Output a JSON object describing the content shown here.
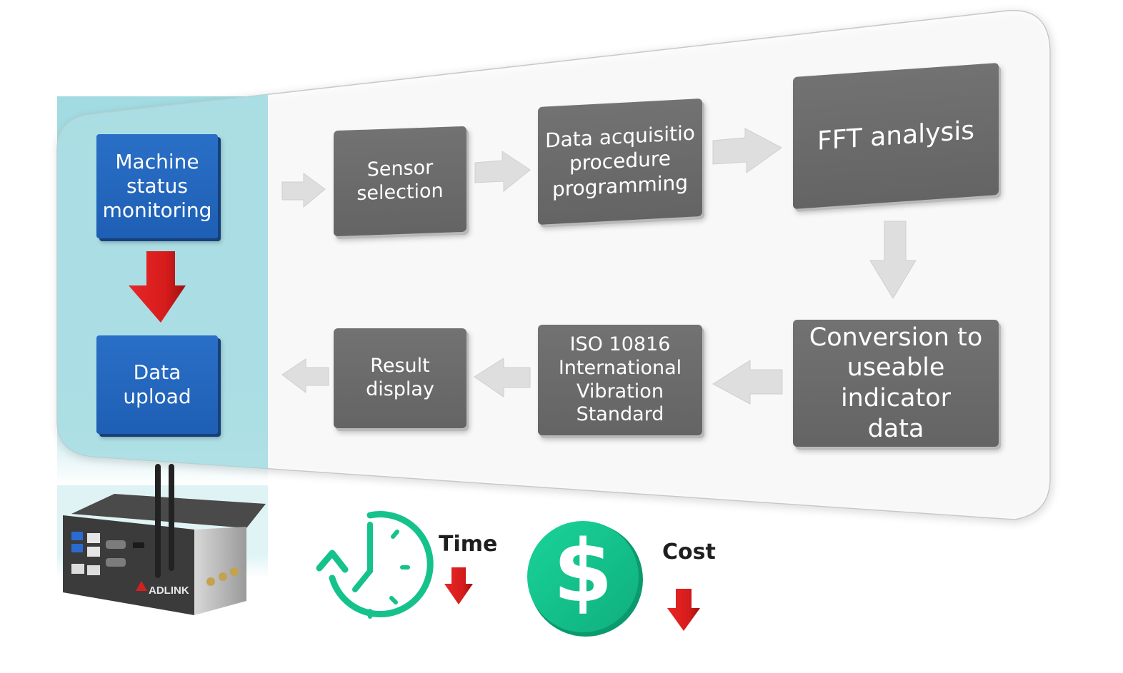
{
  "diagram": {
    "left_steps": [
      {
        "id": "machine-status",
        "label": "Machine\nstatus\nmonitoring"
      },
      {
        "id": "data-upload",
        "label": "Data\nupload"
      }
    ],
    "process_steps": [
      {
        "id": "sensor-selection",
        "label": "Sensor\nselection"
      },
      {
        "id": "data-acquisition",
        "label": "Data acquisitio\nprocedure\nprogramming"
      },
      {
        "id": "fft-analysis",
        "label": "FFT analysis"
      },
      {
        "id": "conversion",
        "label": "Conversion to\nuseable indicator\ndata"
      },
      {
        "id": "iso-standard",
        "label": "ISO 10816\nInternational\nVibration\nStandard"
      },
      {
        "id": "result-display",
        "label": "Result\ndisplay"
      }
    ],
    "device_brand": "ADLINK",
    "benefits": [
      {
        "label": "Time",
        "icon": "clock-icon",
        "trend": "down"
      },
      {
        "label": "Cost",
        "icon": "dollar-coin-icon",
        "trend": "down"
      }
    ]
  },
  "colors": {
    "accent_teal": "#a4dde3",
    "blue_box": "#1f62b8",
    "gray_box": "#6b6b6b",
    "icon_green": "#15c28c",
    "arrow_red": "#d81f1f",
    "flow_arrow": "#dcdcdc"
  }
}
